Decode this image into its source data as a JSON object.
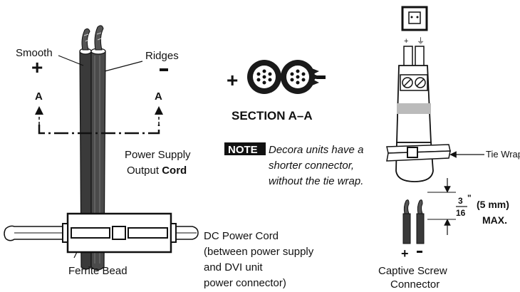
{
  "labels": {
    "smooth": "Smooth",
    "ridges": "Ridges",
    "plus": "+",
    "minus": "-",
    "a_left": "A",
    "a_right": "A",
    "section": "SECTION  A–A",
    "power_supply_line1": "Power Supply",
    "power_supply_line2": "Output ",
    "power_supply_bold": "Cord",
    "note_badge": "NOTE",
    "note_line1": "Decora units have a",
    "note_line2": "shorter connector,",
    "note_line3": "without the tie wrap.",
    "tie_wrap": "Tie Wrap",
    "terminal_plus": "+",
    "terminal_ground": "⏚",
    "fraction_num": "3",
    "fraction_den": "16",
    "inch_mark": "\"",
    "mm_label": "(5 mm)",
    "max_label": "MAX.",
    "captive_line1": "Captive Screw",
    "captive_line2": "Connector",
    "captive_plus": "+",
    "captive_minus": "-",
    "dc_line1": "DC Power Cord",
    "dc_line2": "(between power supply",
    "dc_line3": "and DVI unit",
    "dc_line4": "power connector)",
    "ferrite": "Ferrite Bead"
  },
  "icons": {
    "polarity_plus": "plus-sign",
    "polarity_minus": "minus-sign",
    "wire_cross_section": "stranded-wire-cross-section",
    "arrow": "arrow"
  },
  "colors": {
    "cord_dark": "#3a3a3a",
    "line": "#111111",
    "note_bg": "#111111",
    "note_fg": "#ffffff"
  }
}
